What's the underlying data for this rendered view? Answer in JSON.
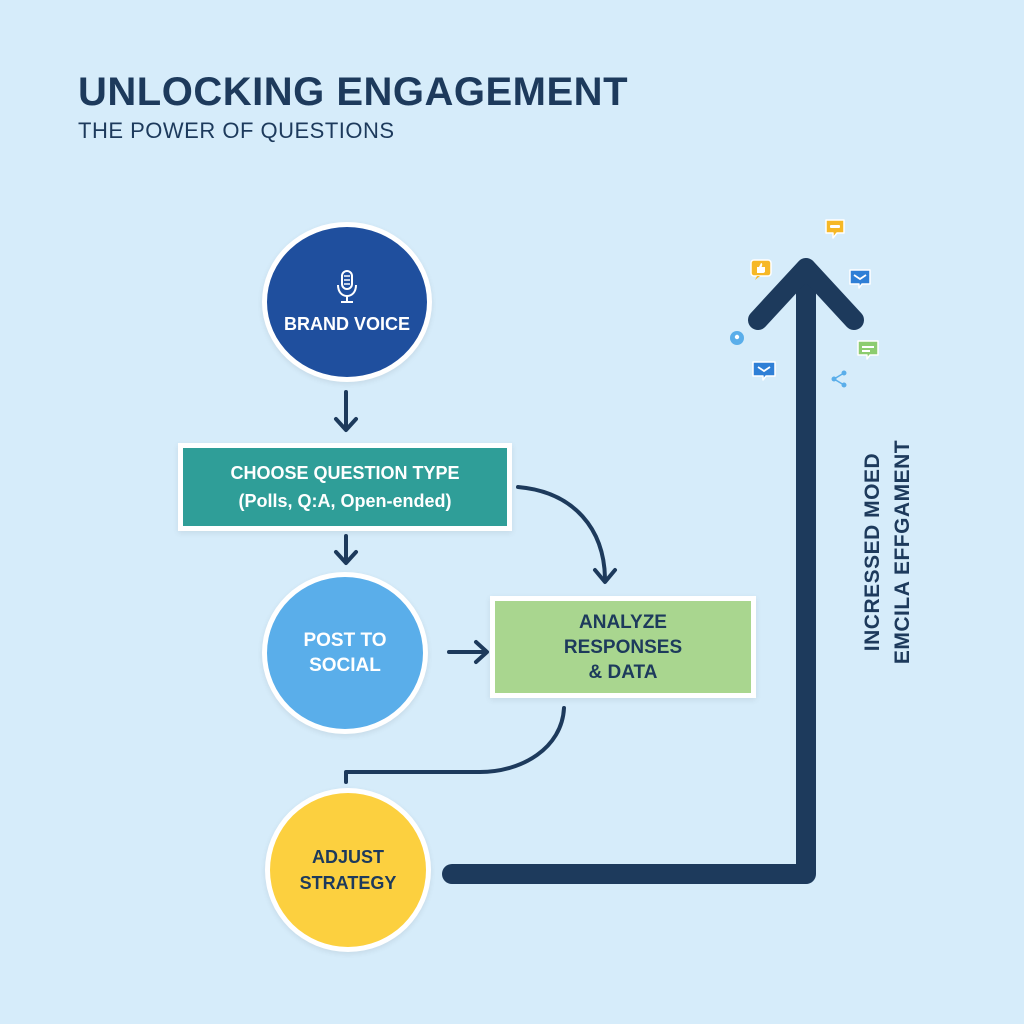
{
  "header": {
    "title": "UNLOCKING ENGAGEMENT",
    "subtitle": "THE POWER OF QUESTIONS"
  },
  "nodes": {
    "brand_voice": "BRAND VOICE",
    "choose_line1": "CHOOSE QUESTION TYPE",
    "choose_line2": "(Polls, Q:A, Open-ended)",
    "post_line1": "POST TO",
    "post_line2": "SOCIAL",
    "analyze_line1": "ANALYZE",
    "analyze_line2": "RESPONSES",
    "analyze_line3": "& DATA",
    "adjust_line1": "ADJUST",
    "adjust_line2": "STRATEGY"
  },
  "growth": {
    "line1": "INCRESSED MOED",
    "line2": "EMCILA EFFGAMENT"
  },
  "icons": {
    "brand": "microphone-icon",
    "social": [
      "chat-bubble-icon",
      "thumbs-up-icon",
      "message-icon",
      "location-pin-icon",
      "comment-icon",
      "share-icon",
      "mail-icon"
    ]
  },
  "colors": {
    "background": "#d6ecfa",
    "text_dark": "#1d3a5c",
    "brand_voice": "#1f4f9e",
    "choose_question": "#2f9e98",
    "post_social": "#5aaeea",
    "analyze": "#a9d68f",
    "adjust": "#fcd03f",
    "arrow": "#1d3a5c"
  }
}
